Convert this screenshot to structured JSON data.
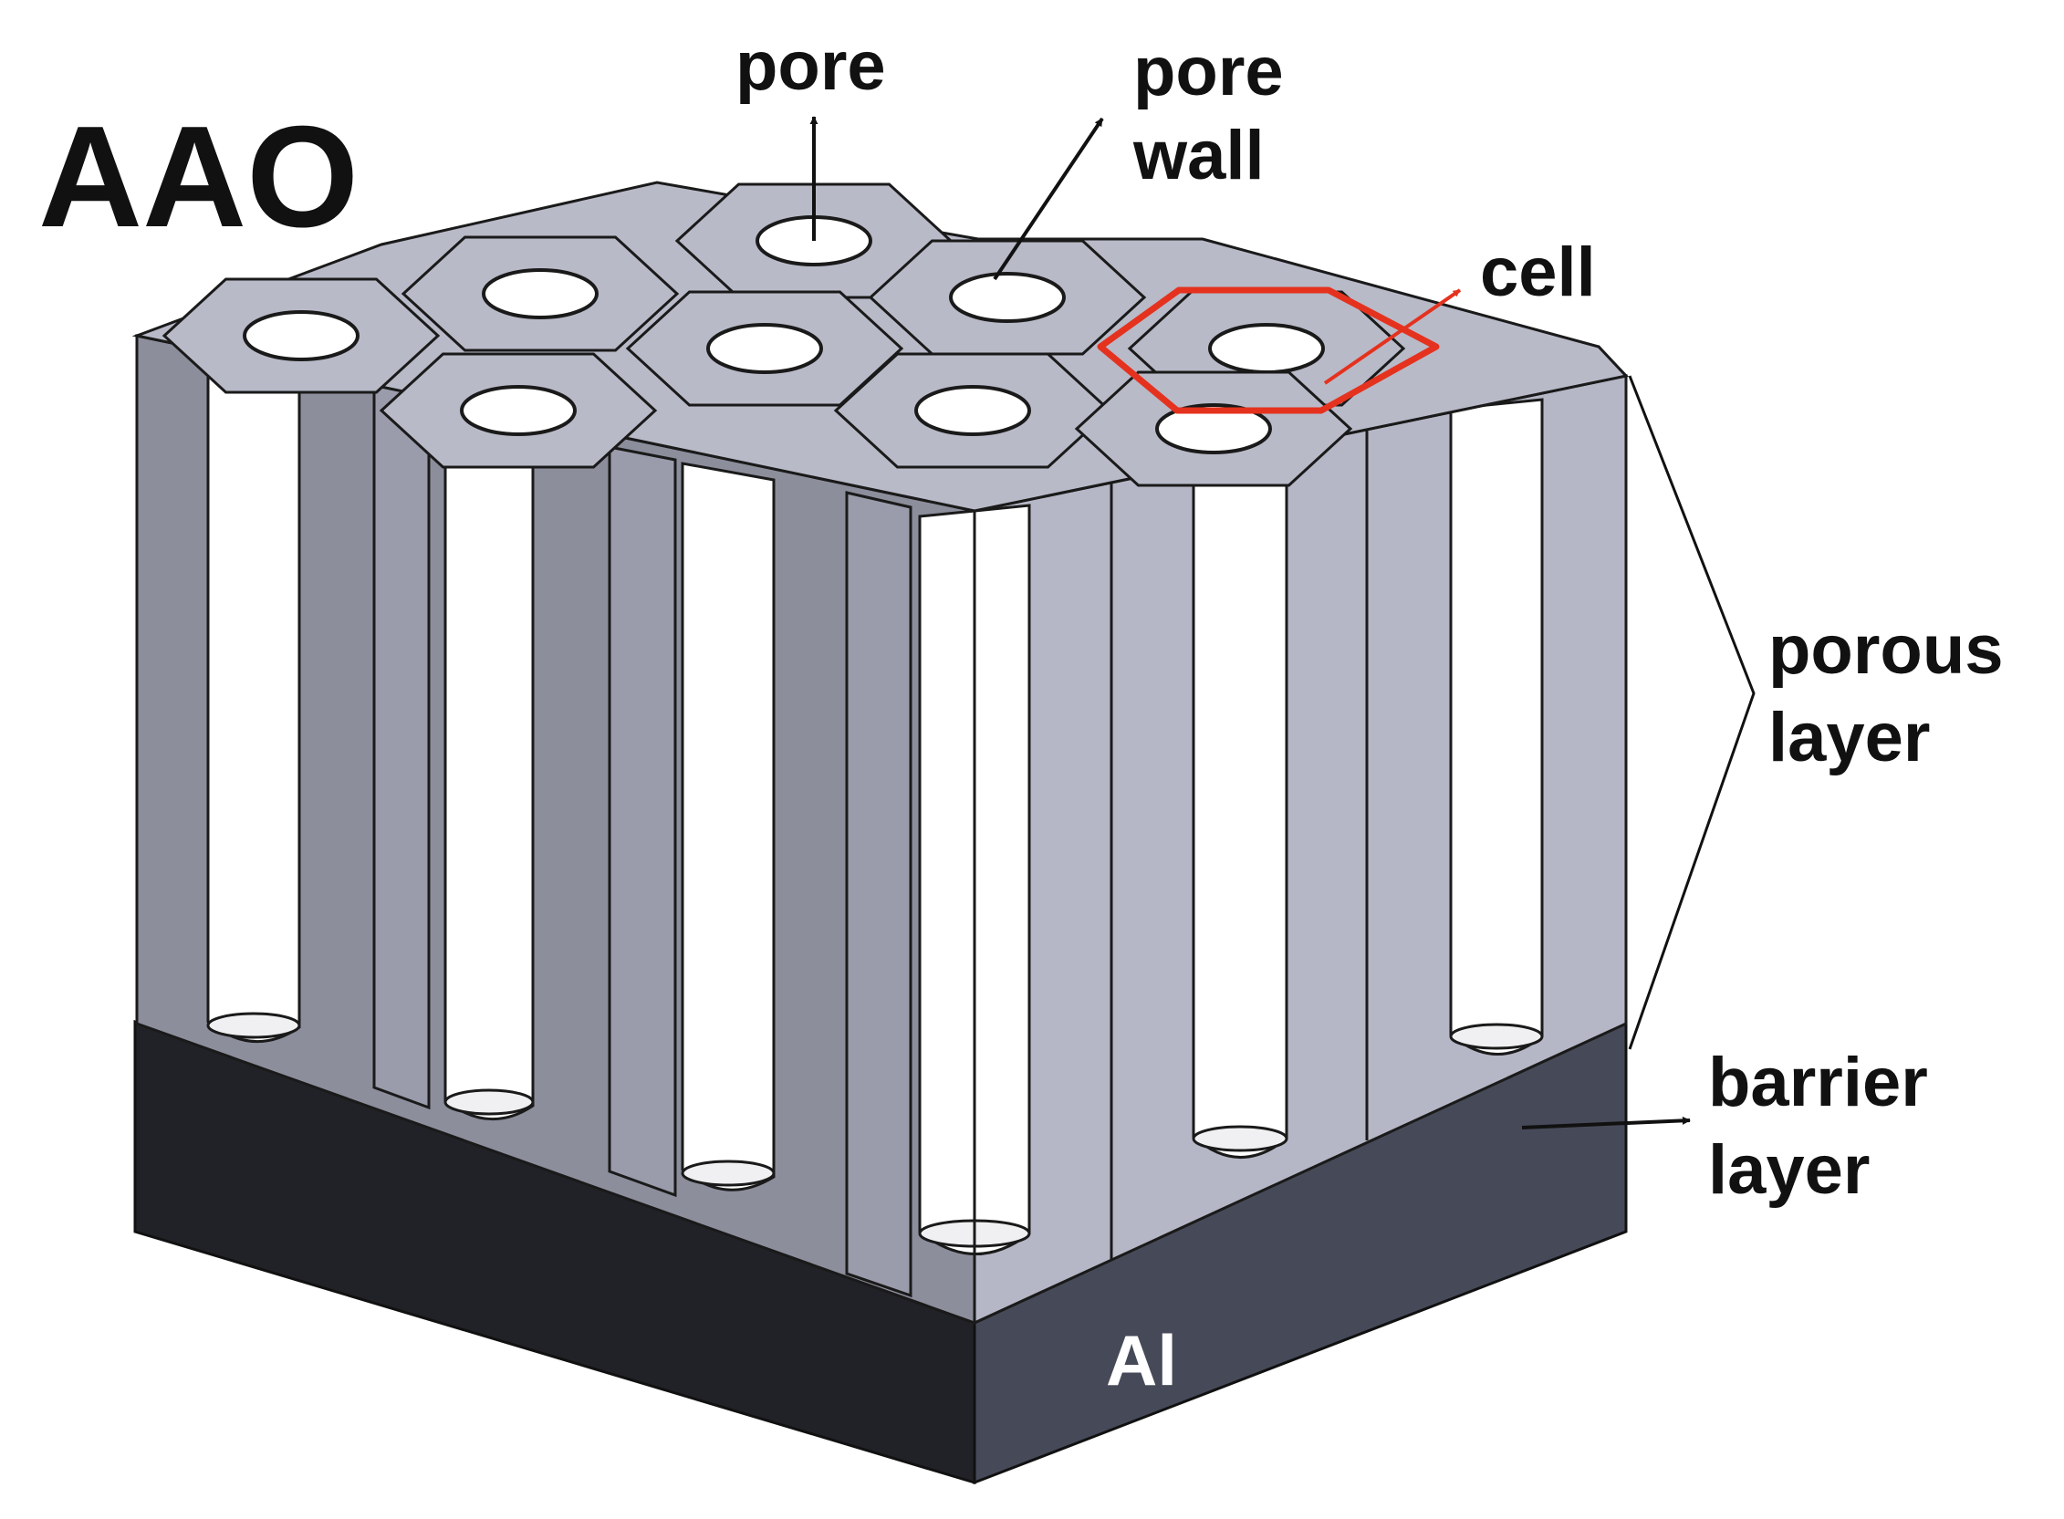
{
  "title": "AAO",
  "labels": {
    "pore": "pore",
    "pore_wall_line1": "pore",
    "pore_wall_line2": "wall",
    "cell": "cell",
    "porous_line1": "porous",
    "porous_line2": "layer",
    "barrier_line1": "barrier",
    "barrier_line2": "layer",
    "substrate": "Al"
  },
  "colors": {
    "wall_light": "#b5b7c6",
    "wall_mid": "#9a9cab",
    "wall_dark": "#8c8e9c",
    "top": "#b8bac8",
    "al_front": "#212228",
    "al_right": "#464a58",
    "cell_highlight": "#e5321e",
    "outline": "#1a1a1a"
  }
}
